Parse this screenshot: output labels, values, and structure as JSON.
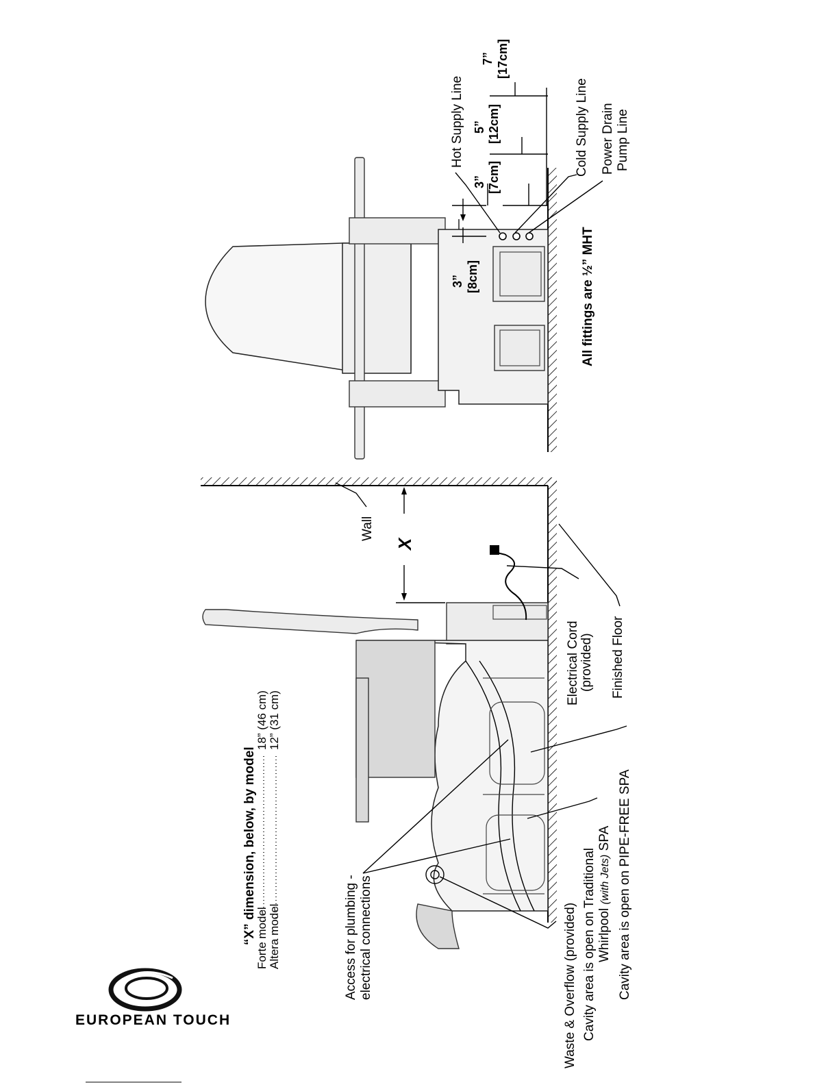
{
  "brand": {
    "name": "EUROPEAN TOUCH"
  },
  "x_dimension": {
    "heading": "“X” dimension, below, by model",
    "rows": [
      {
        "model": "Forte model",
        "value": "18” (46 cm)"
      },
      {
        "model": "Altera model",
        "value": "12” (31 cm)"
      }
    ]
  },
  "side_view": {
    "labels": {
      "wall": "Wall",
      "x": "X",
      "electrical_cord_1": "Electrical Cord",
      "electrical_cord_2": "(provided)",
      "finished_floor": "Finished Floor",
      "access_1": "Access for plumbing -",
      "access_2": "electrical connections",
      "waste": "Waste & Overflow (provided)",
      "cavity_trad_1": "Cavity area is open on Traditional",
      "cavity_trad_2a": "Whirlpool ",
      "cavity_trad_2b": "(with Jets)",
      "cavity_trad_2c": " SPA",
      "cavity_pipefree": "Cavity area is open on PIPE-FREE SPA"
    }
  },
  "rear_view": {
    "labels": {
      "hot_supply": "Hot Supply Line",
      "cold_supply": "Cold Supply Line",
      "power_drain_1": "Power Drain",
      "power_drain_2": "Pump Line",
      "fittings": "All fittings are ½” MHT"
    },
    "dimensions": [
      {
        "inches": "3”",
        "cm": "[8cm]"
      },
      {
        "inches": "3”",
        "cm": "[7cm]"
      },
      {
        "inches": "5”",
        "cm": "[12cm]"
      },
      {
        "inches": "7”",
        "cm": "[17cm]"
      }
    ]
  }
}
